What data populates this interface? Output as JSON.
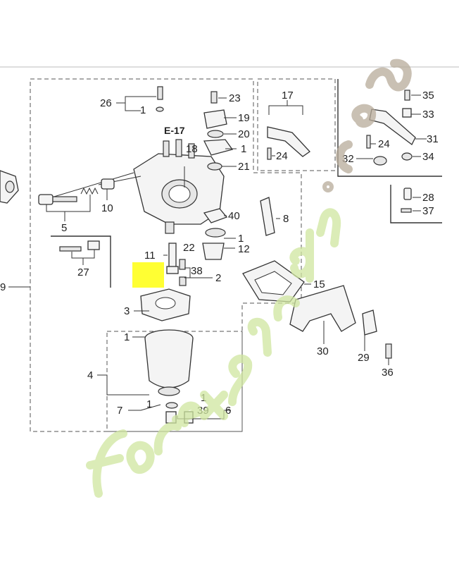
{
  "diagram": {
    "callout": "E-17",
    "labels": {
      "n26": "26",
      "n1a": "1",
      "n23": "23",
      "n19": "19",
      "n20": "20",
      "n18": "18",
      "n1b": "1",
      "n21": "21",
      "n17": "17",
      "n24a": "24",
      "n35": "35",
      "n33": "33",
      "n31": "31",
      "n24b": "24",
      "n32": "32",
      "n34": "34",
      "n10": "10",
      "n5": "5",
      "n28": "28",
      "n37": "37",
      "n8": "8",
      "n40": "40",
      "n1c": "1",
      "n22": "22",
      "n12": "12",
      "n11": "11",
      "n38": "38",
      "n2": "2",
      "n27": "27",
      "n9": "9",
      "n15": "15",
      "n3": "3",
      "n1d": "1",
      "n4": "4",
      "n30": "30",
      "n29": "29",
      "n36": "36",
      "n7": "7",
      "n1e": "1",
      "n1f": "1",
      "n39": "39",
      "n6": "6"
    },
    "highlight_color": "#ffff33",
    "watermark_color": "#cfe6a0",
    "watermark_color_dark": "#b8ab9a"
  }
}
